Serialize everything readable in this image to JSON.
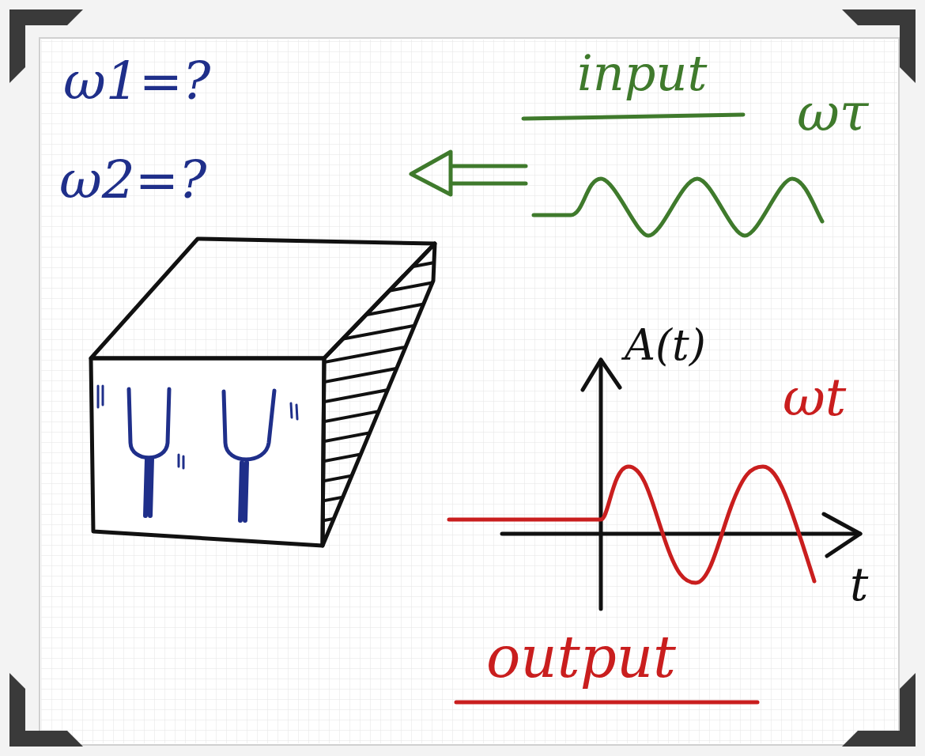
{
  "diagram": {
    "labels": [
      "ω1=?",
      "ω2=?",
      "input",
      "ωτ",
      "A(t)",
      "ωt",
      "t",
      "output"
    ]
  }
}
